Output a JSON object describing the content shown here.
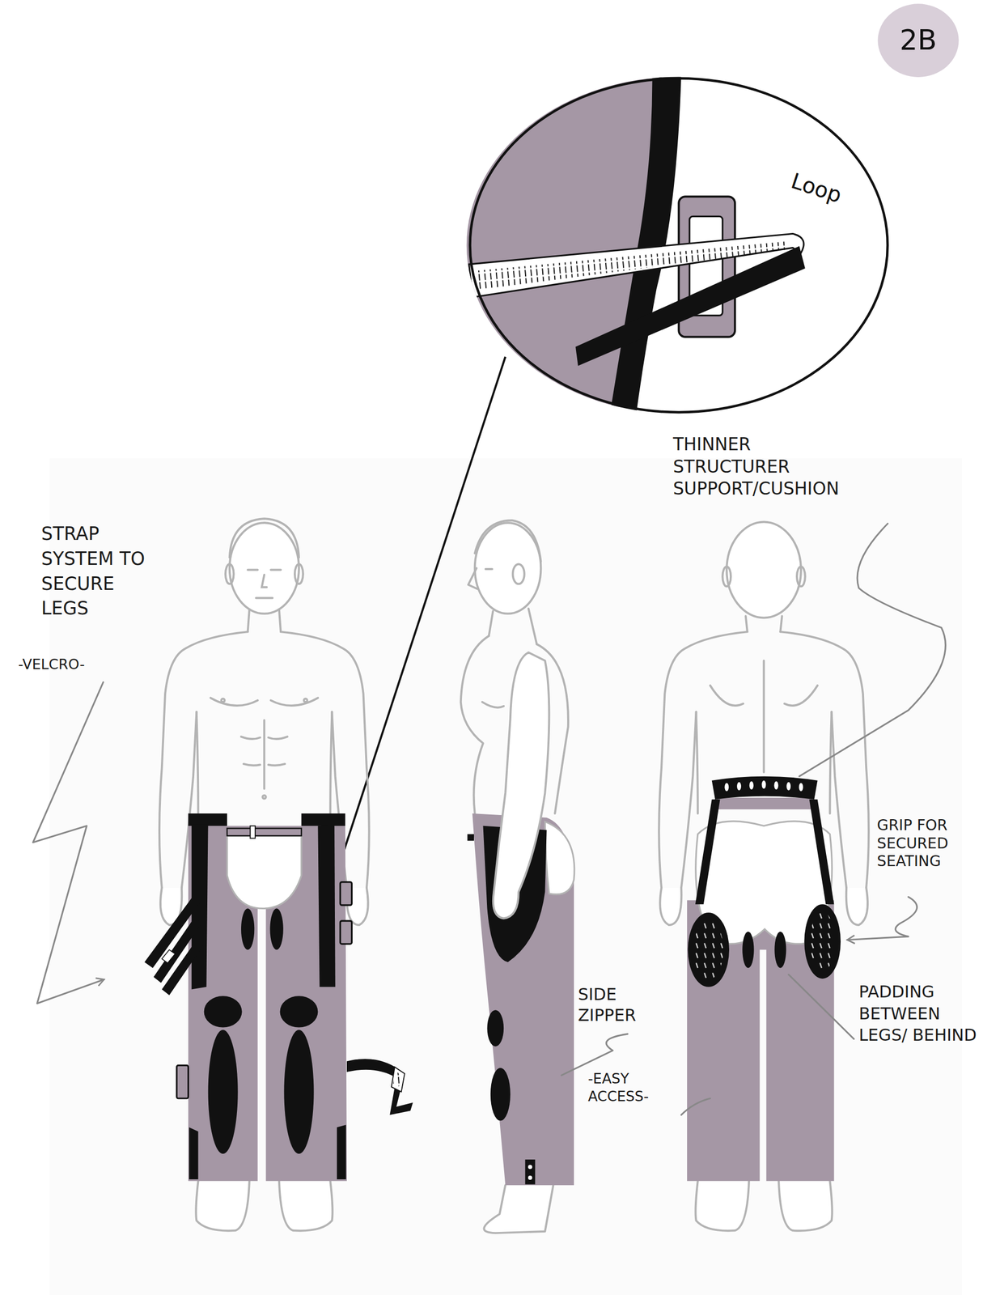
{
  "diagram": {
    "nodes": [
      {
        "text": [
          "2B"
        ]
      },
      {
        "text": [
          "Loop"
        ]
      }
    ],
    "labels": [
      "STRAP SYSTEM TO SECURE LEGS",
      "-VELCRO-",
      "THINNER STRUCTURER SUPPORT/CUSHION",
      "GRIP FOR SECURED SEATING",
      "SIDE ZIPPER",
      "-EASY ACCESS-",
      "PADDING BETWEEN LEGS/ BEHIND"
    ]
  }
}
